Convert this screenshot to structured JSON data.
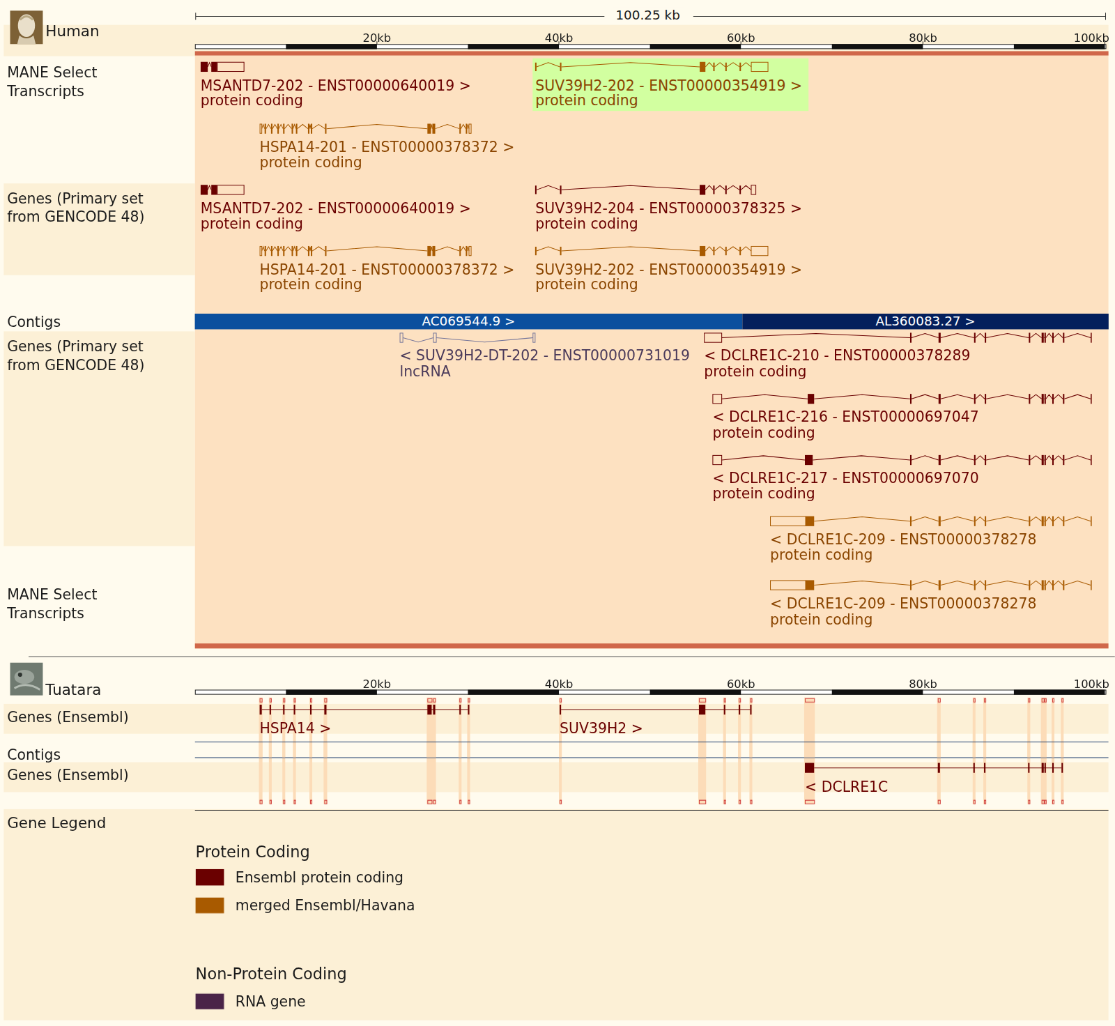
{
  "diagram": {
    "nodes": [
      {
        "text": [
          "SUV39H2-202 - ENST00000354919 >",
          "protein coding"
        ]
      },
      {
        "text": [
          "AC069544.9 >"
        ]
      },
      {
        "text": [
          "AL360083.27 >"
        ]
      }
    ],
    "labels": [
      "100.25 kb",
      "Human",
      "20kb",
      "40kb",
      "60kb",
      "80kb",
      "100kb",
      "MANE Select Transcripts",
      "MSANTD7-202 - ENST00000640019 >",
      "protein coding",
      "HSPA14-201 - ENST00000378372 >",
      "protein coding",
      "Genes (Primary set from GENCODE 48)",
      "MSANTD7-202 - ENST00000640019 >",
      "protein coding",
      "SUV39H2-204 - ENST00000378325 >",
      "protein coding",
      "HSPA14-201 - ENST00000378372 >",
      "protein coding",
      "SUV39H2-202 - ENST00000354919 >",
      "protein coding",
      "Contigs",
      "Genes (Primary set from GENCODE 48)",
      "< SUV39H2-DT-202 - ENST00000731019",
      "lncRNA",
      "< DCLRE1C-210 - ENST00000378289",
      "protein coding",
      "< DCLRE1C-216 - ENST00000697047",
      "protein coding",
      "< DCLRE1C-217 - ENST00000697070",
      "protein coding",
      "< DCLRE1C-209 - ENST00000378278",
      "protein coding",
      "MANE Select Transcripts",
      "< DCLRE1C-209 - ENST00000378278",
      "protein coding",
      "Tuatara",
      "20kb",
      "40kb",
      "60kb",
      "80kb",
      "100kb",
      "Genes (Ensembl)",
      "HSPA14 >",
      "SUV39H2 >",
      "Contigs",
      "Genes (Ensembl)",
      "< DCLRE1C",
      "Gene Legend",
      "Protein Coding",
      "Non-Protein Coding"
    ],
    "legend": [
      {
        "text": "Ensembl protein coding",
        "color": "#6a0000"
      },
      {
        "text": "merged Ensembl/Havana",
        "color": "#a85a00"
      },
      {
        "text": "RNA gene",
        "color": "#4a2448"
      }
    ]
  }
}
